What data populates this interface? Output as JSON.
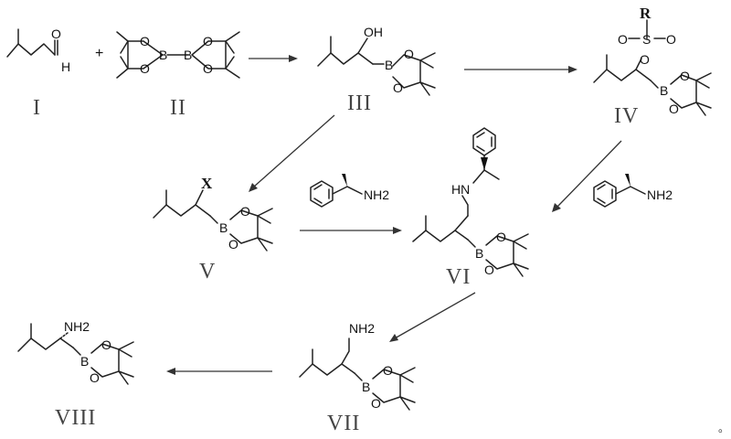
{
  "compounds": [
    {
      "id": "I",
      "label": "I",
      "atoms": [
        "O",
        "H"
      ]
    },
    {
      "id": "II",
      "label": "II",
      "atoms": [
        "O",
        "O",
        "B",
        "B",
        "O",
        "O"
      ]
    },
    {
      "id": "III",
      "label": "III",
      "atoms": [
        "OH",
        "B",
        "O",
        "O"
      ]
    },
    {
      "id": "IV",
      "label": "IV",
      "atoms": [
        "R",
        "S",
        "O",
        "O",
        "O",
        "B",
        "O",
        "O"
      ]
    },
    {
      "id": "V",
      "label": "V",
      "atoms": [
        "X",
        "B",
        "O",
        "O"
      ]
    },
    {
      "id": "VI",
      "label": "VI",
      "atoms": [
        "HN",
        "B",
        "O",
        "O"
      ]
    },
    {
      "id": "VII",
      "label": "VII",
      "atoms": [
        "NH2",
        "B",
        "O",
        "O"
      ]
    },
    {
      "id": "VIII",
      "label": "VIII",
      "atoms": [
        "NH2",
        "B",
        "O",
        "O"
      ]
    }
  ],
  "reagents": [
    {
      "id": "amine-1",
      "text": "NH2"
    },
    {
      "id": "amine-2",
      "text": "NH2"
    }
  ],
  "plus_sign": "+",
  "trailing_mark": "。",
  "arrows": [
    {
      "from": "I+II",
      "to": "III"
    },
    {
      "from": "III",
      "to": "IV"
    },
    {
      "from": "III",
      "to": "V"
    },
    {
      "from": "V",
      "to": "VI"
    },
    {
      "from": "IV",
      "to": "VI"
    },
    {
      "from": "VI",
      "to": "VII"
    },
    {
      "from": "VII",
      "to": "VIII"
    }
  ]
}
